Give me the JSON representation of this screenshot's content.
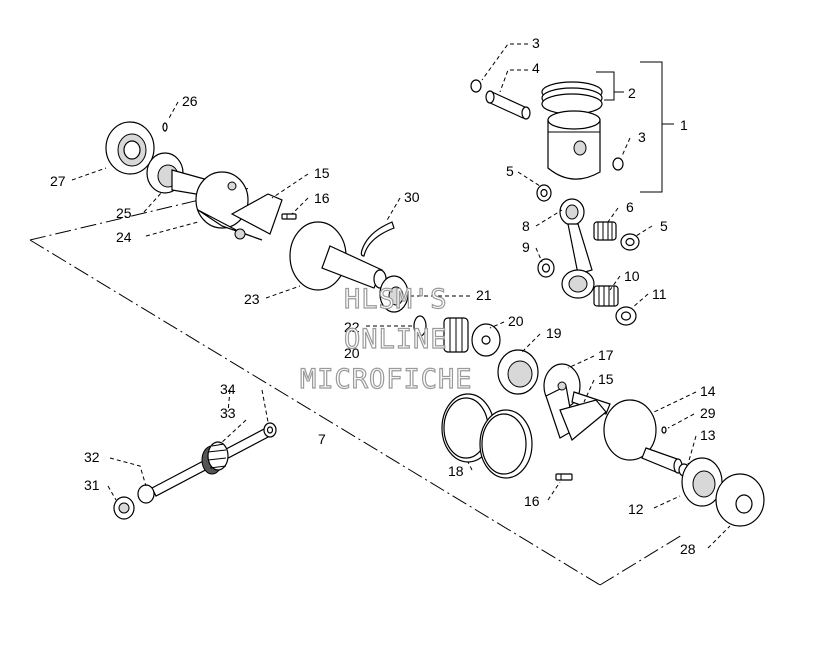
{
  "callouts": {
    "c1": "1",
    "c2": "2",
    "c3a": "3",
    "c3b": "3",
    "c4": "4",
    "c5a": "5",
    "c5b": "5",
    "c6": "6",
    "c7": "7",
    "c8": "8",
    "c9": "9",
    "c10": "10",
    "c11": "11",
    "c12": "12",
    "c13": "13",
    "c14": "14",
    "c15a": "15",
    "c15b": "15",
    "c16a": "16",
    "c16b": "16",
    "c17": "17",
    "c18": "18",
    "c19": "19",
    "c20a": "20",
    "c20b": "20",
    "c21": "21",
    "c22": "22",
    "c23": "23",
    "c24": "24",
    "c25": "25",
    "c26": "26",
    "c27": "27",
    "c28": "28",
    "c29": "29",
    "c30": "30",
    "c31": "31",
    "c32": "32",
    "c33": "33",
    "c34": "34"
  },
  "watermark": {
    "line1": "HLSM'S",
    "line2": "ONLINE",
    "line3": "MICROFICHE"
  }
}
